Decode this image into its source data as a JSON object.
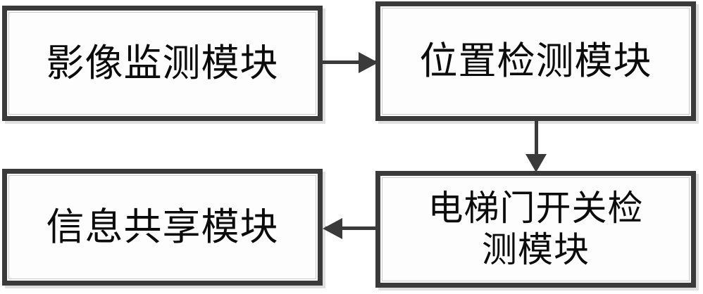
{
  "diagram": {
    "type": "block-flow-diagram",
    "background_color": "#ffffff",
    "box_border_color": "#3a3a3a",
    "box_fill_color": "#fdfdfd",
    "text_color": "#0b0b0b",
    "boxes": [
      {
        "id": "image-monitor",
        "label": "影像监测模块",
        "position": "top-left"
      },
      {
        "id": "position-detect",
        "label": "位置检测模块",
        "position": "top-right"
      },
      {
        "id": "door-switch",
        "label": "电梯门开关检\n测模块",
        "position": "bottom-right"
      },
      {
        "id": "info-share",
        "label": "信息共享模块",
        "position": "bottom-left"
      }
    ],
    "connectors": [
      {
        "id": "monitor-to-position",
        "from": "image-monitor",
        "to": "position-detect",
        "direction": "right",
        "arrow": "arrow-right-icon"
      },
      {
        "id": "position-to-door",
        "from": "position-detect",
        "to": "door-switch",
        "direction": "down",
        "arrow": "arrow-down-icon"
      },
      {
        "id": "door-to-info",
        "from": "door-switch",
        "to": "info-share",
        "direction": "left",
        "arrow": "arrow-left-icon"
      }
    ]
  }
}
